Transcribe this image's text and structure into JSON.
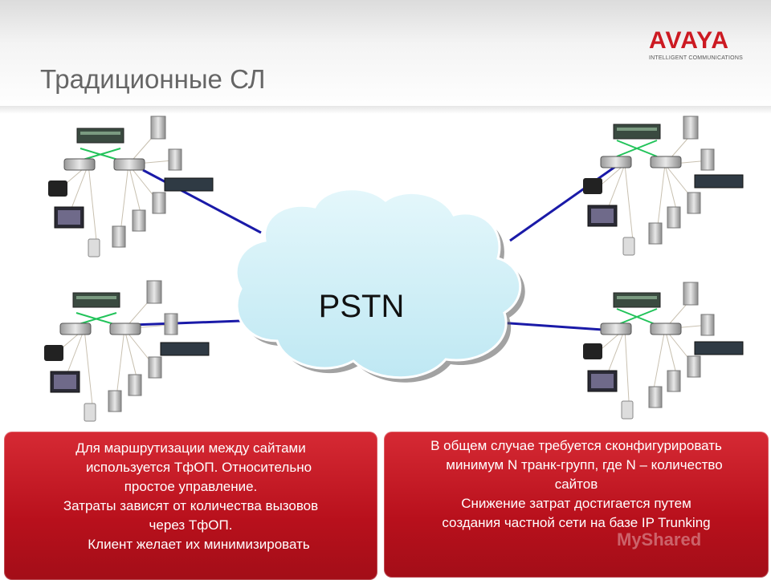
{
  "slide": {
    "title": "Традиционные СЛ"
  },
  "logo": {
    "brand": "AVAYA",
    "tagline": "INTELLIGENT COMMUNICATIONS"
  },
  "diagram": {
    "cloud_label": "PSTN",
    "sites": [
      "top-left",
      "bottom-left",
      "top-right",
      "bottom-right"
    ],
    "link_color": "#1a1aa8",
    "cloud_color": "#cdeff7"
  },
  "left_box": {
    "lines": [
      "Для маршрутизации между сайтами",
      "используется ТфОП. Относительно",
      "простое управление.",
      "Затраты зависят от количества вызовов",
      "через ТфОП.",
      "Клиент желает их минимизировать"
    ]
  },
  "right_box": {
    "lines": [
      "В общем случае требуется сконфигурировать",
      "минимум N транк-групп, где N – количество",
      "сайтов",
      "Снижение затрат достигается путем",
      "создания частной сети на базе IP Trunking"
    ]
  },
  "watermark": "MyShared",
  "colors": {
    "accent": "#cc1a22",
    "box_red": "#c41822",
    "title_gray": "#666666"
  }
}
